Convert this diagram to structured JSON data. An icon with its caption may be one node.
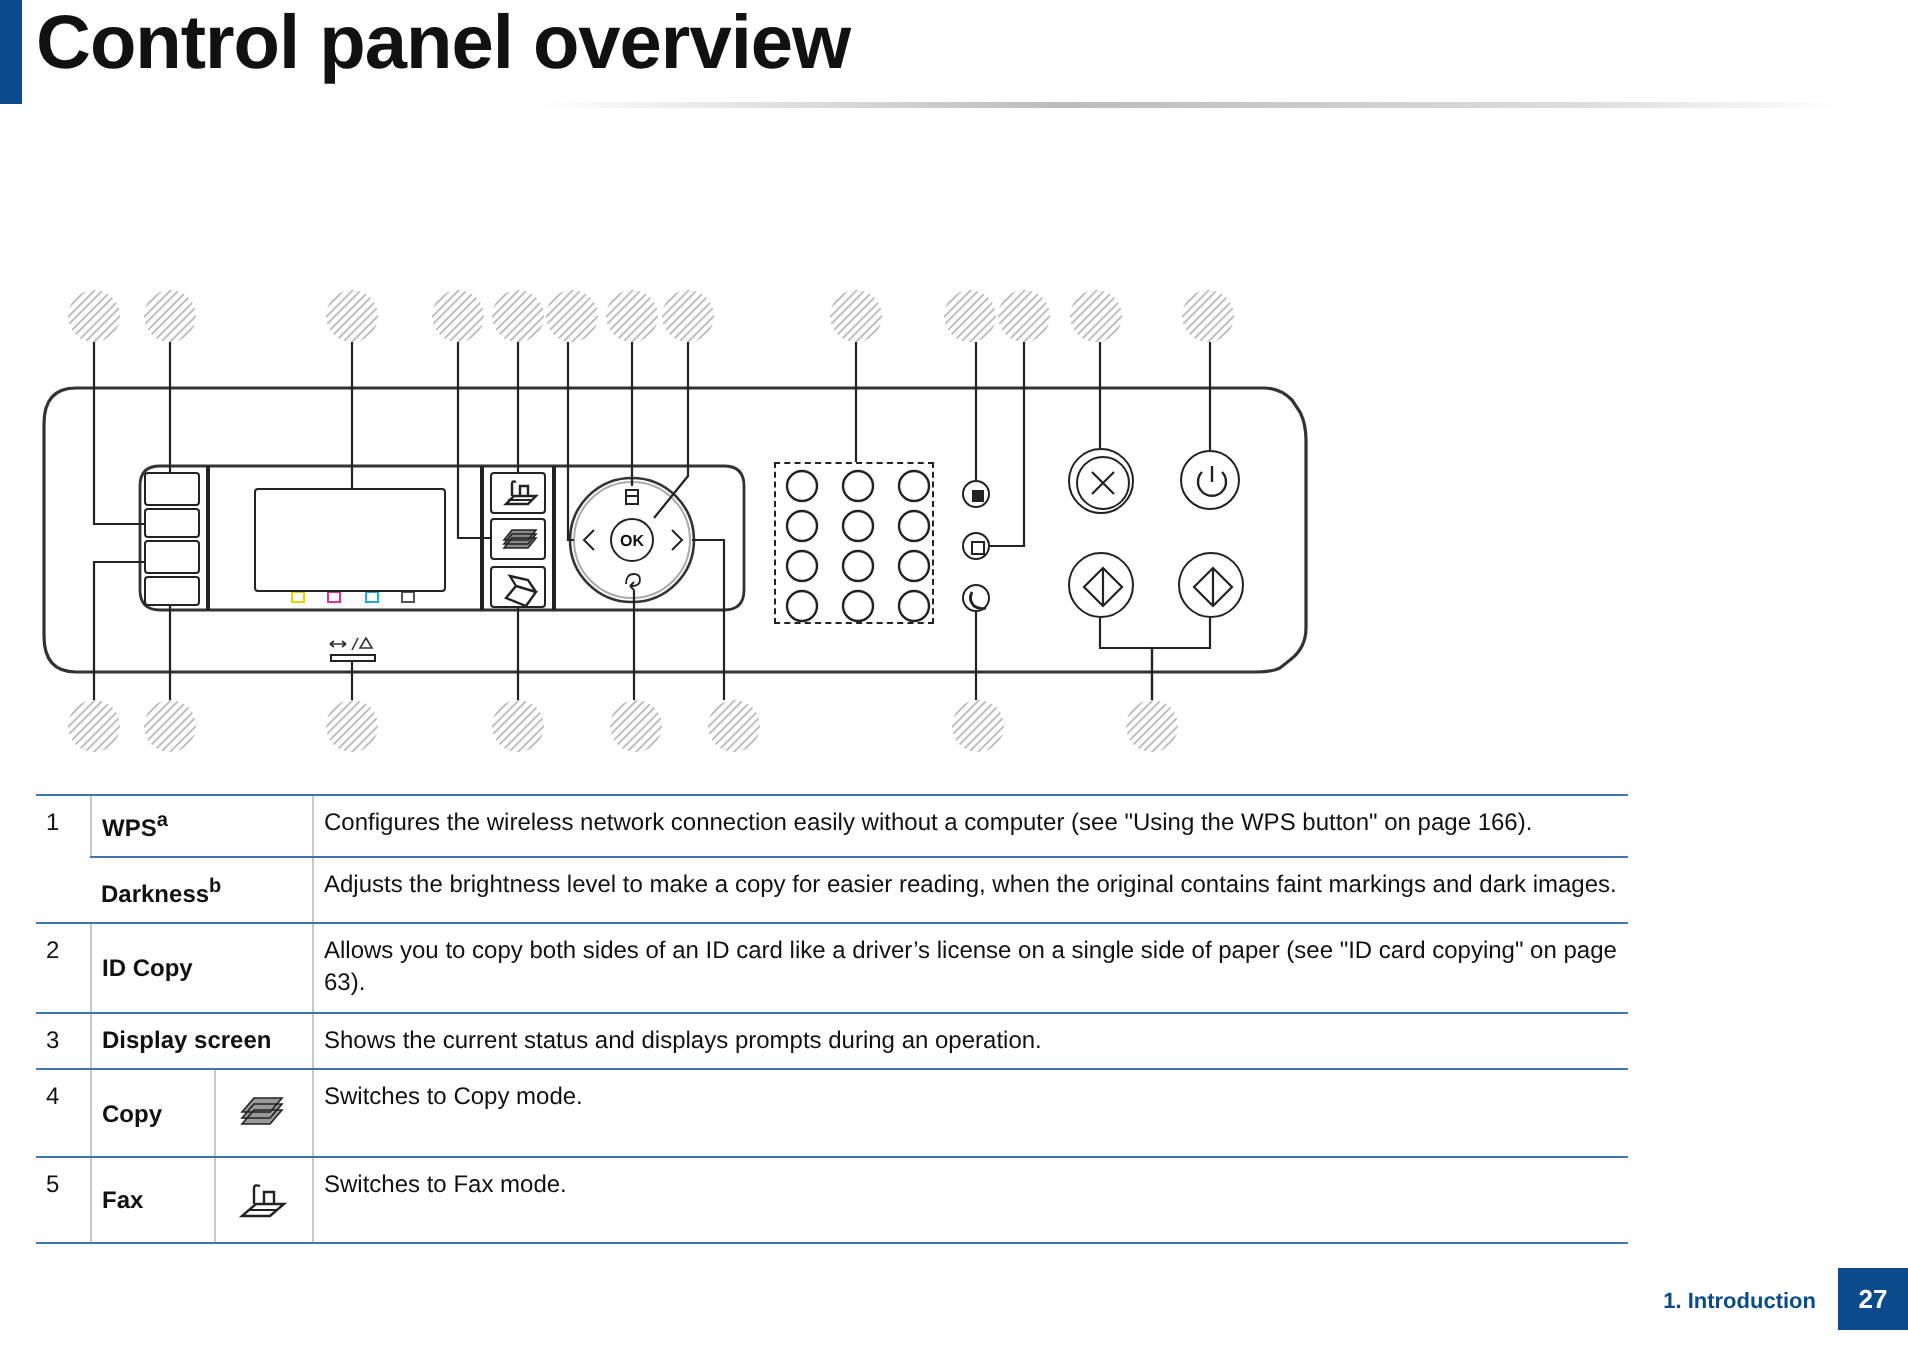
{
  "diagram": {
    "title": "Control panel overview",
    "nodes": [
      {
        "text": [],
        "shape": "circle"
      },
      {
        "text": [],
        "shape": "circle"
      },
      {
        "text": [],
        "shape": "circle"
      },
      {
        "text": [],
        "shape": "circle"
      },
      {
        "text": [],
        "shape": "circle"
      },
      {
        "text": [],
        "shape": "circle"
      },
      {
        "text": [],
        "shape": "circle"
      },
      {
        "text": [],
        "shape": "circle"
      },
      {
        "text": [],
        "shape": "circle"
      },
      {
        "text": [],
        "shape": "circle"
      },
      {
        "text": [],
        "shape": "circle"
      },
      {
        "text": [],
        "shape": "circle"
      },
      {
        "text": [],
        "shape": "circle"
      },
      {
        "text": [],
        "shape": "circle"
      },
      {
        "text": [],
        "shape": "circle"
      },
      {
        "text": [],
        "shape": "circle"
      },
      {
        "text": [],
        "shape": "circle"
      },
      {
        "text": [],
        "shape": "circle"
      },
      {
        "text": [],
        "shape": "circle"
      },
      {
        "text": [],
        "shape": "circle"
      },
      {
        "text": [],
        "shape": "circle"
      },
      {
        "text": [],
        "shape": "box"
      },
      {
        "text": [],
        "shape": "box"
      },
      {
        "text": [],
        "shape": "box"
      },
      {
        "text": [],
        "shape": "box"
      },
      {
        "text": [],
        "shape": "box"
      },
      {
        "text": [],
        "shape": "bar"
      },
      {
        "text": [],
        "shape": "box"
      },
      {
        "text": [],
        "shape": "box"
      },
      {
        "text": [],
        "shape": "box"
      },
      {
        "text": [],
        "shape": "chevron"
      },
      {
        "text": [],
        "shape": "icon"
      },
      {
        "text": [
          "OK"
        ]
      },
      {
        "text": [],
        "shape": "icon"
      },
      {
        "text": [],
        "shape": "chevron"
      },
      {
        "text": [],
        "shape": "keypad"
      },
      {
        "text": [],
        "shape": "circle"
      },
      {
        "text": [],
        "shape": "circle"
      },
      {
        "text": [],
        "shape": "circle"
      },
      {
        "text": [],
        "shape": "circle"
      },
      {
        "text": [],
        "shape": "circle"
      },
      {
        "text": [],
        "shape": "circle"
      },
      {
        "text": [],
        "shape": "circle"
      }
    ],
    "edges": [
      {
        "from": 0,
        "to": 22,
        "arrow": "none"
      },
      {
        "from": 1,
        "to": 21,
        "arrow": "none"
      },
      {
        "from": 2,
        "to": 25,
        "arrow": "none"
      },
      {
        "from": 3,
        "to": 28,
        "arrow": "none"
      },
      {
        "from": 4,
        "to": 27,
        "arrow": "none"
      },
      {
        "from": 5,
        "to": 30,
        "arrow": "none"
      },
      {
        "from": 6,
        "to": 31,
        "arrow": "none"
      },
      {
        "from": 7,
        "to": 32,
        "arrow": "none"
      },
      {
        "from": 8,
        "to": 35,
        "arrow": "none"
      },
      {
        "from": 9,
        "to": 36,
        "arrow": "none"
      },
      {
        "from": 10,
        "to": 37,
        "arrow": "none"
      },
      {
        "from": 11,
        "to": 39,
        "arrow": "none"
      },
      {
        "from": 12,
        "to": 40,
        "arrow": "none"
      },
      {
        "from": 13,
        "to": 23,
        "arrow": "none"
      },
      {
        "from": 14,
        "to": 24,
        "arrow": "none"
      },
      {
        "from": 15,
        "to": 26,
        "arrow": "none"
      },
      {
        "from": 16,
        "to": 29,
        "arrow": "none"
      },
      {
        "from": 17,
        "to": 33,
        "arrow": "none"
      },
      {
        "from": 18,
        "to": 34,
        "arrow": "none"
      },
      {
        "from": 19,
        "to": 38,
        "arrow": "none"
      },
      {
        "from": 20,
        "to": 41,
        "arrow": "none"
      },
      {
        "from": 20,
        "to": 42,
        "arrow": "none"
      }
    ],
    "labels": [
      "1",
      "WPS$^{a}$",
      "Configures the wireless network connection easily without a computer (see \"Using the WPS button\" on page 166).",
      "Darkness$^{b}$",
      "Adjusts the brightness level to make a copy for easier reading, when the original contains faint markings and dark images.",
      "2",
      "ID Copy",
      "Allows you to copy both sides of an ID card like a driver’s license on a single side of paper (see \"ID card copying\" on page 63).",
      "3",
      "Display screen",
      "Shows the current status and displays prompts during an operation.",
      "4",
      "Copy",
      "Switches to Copy mode.",
      "5",
      "Fax",
      "Switches to Fax mode.",
      "1. Introduction",
      "27"
    ]
  }
}
